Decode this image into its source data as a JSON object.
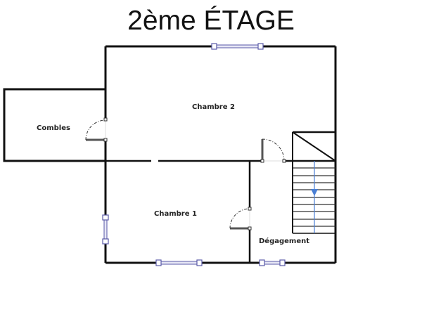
{
  "title": "2ème ÉTAGE",
  "rooms": [
    {
      "name": "Combles"
    },
    {
      "name": "Chambre 2"
    },
    {
      "name": "Chambre 1"
    },
    {
      "name": "Dégagement"
    }
  ],
  "colors": {
    "wall": "#111111",
    "window": "#5a5aa8",
    "window_fill": "#e6e6f5",
    "stair_arrow": "#4a7fd4"
  }
}
